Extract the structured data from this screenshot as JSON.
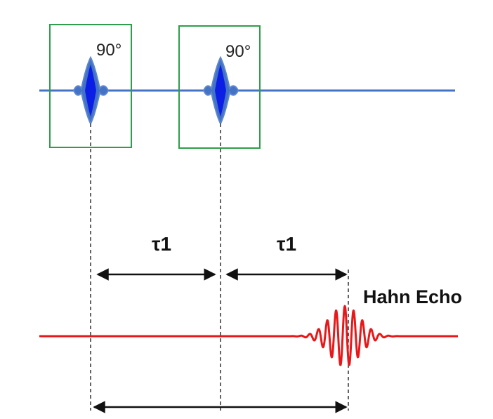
{
  "pulses": [
    {
      "label": "90°"
    },
    {
      "label": "90°"
    }
  ],
  "intervals": [
    {
      "label": "τ1"
    },
    {
      "label": "τ1"
    }
  ],
  "echo": {
    "label": "Hahn Echo"
  },
  "colors": {
    "pulse_line": "#4472c4",
    "pulse_core": "#0a1ee6",
    "pulse_box": "#2e9e4a",
    "signal_line": "#e8181a",
    "guide": "#111111",
    "arrow": "#111111"
  }
}
